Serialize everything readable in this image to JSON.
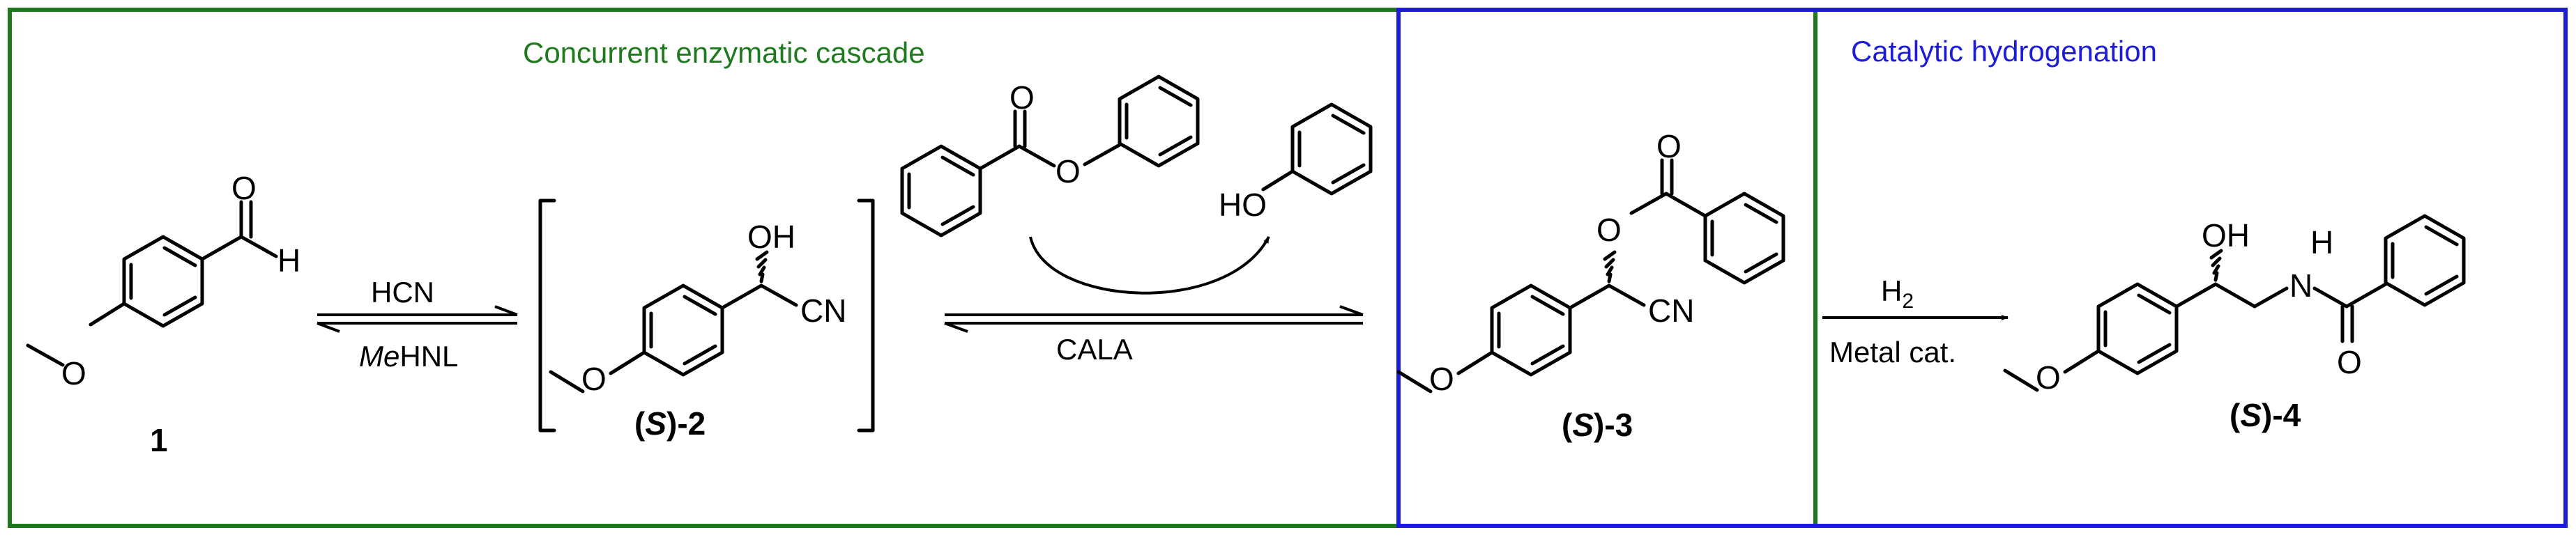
{
  "panels": {
    "enzymatic": {
      "title": "Concurrent enzymatic cascade",
      "color": "#1f7a1f"
    },
    "hydrogenation": {
      "title": "Catalytic hydrogenation",
      "color": "#1c1cd9"
    }
  },
  "compounds": {
    "c1": {
      "label": "1"
    },
    "c2": {
      "prefix": "(",
      "stereo": "S",
      "suffix": ")-2"
    },
    "c3": {
      "prefix": "(",
      "stereo": "S",
      "suffix": ")-3"
    },
    "c4": {
      "prefix": "(",
      "stereo": "S",
      "suffix": ")-4"
    }
  },
  "atoms": {
    "O": "O",
    "H": "H",
    "OH": "OH",
    "HO": "HO",
    "CN": "CN",
    "N": "N"
  },
  "conditions": {
    "step1_forward": "HCN",
    "step1_reverse_italic": "Me",
    "step1_reverse_rest": "HNL",
    "step2": "CALA",
    "step3_reagent": "H",
    "step3_reagent_sub": "2",
    "step3_catalyst": "Metal cat."
  }
}
